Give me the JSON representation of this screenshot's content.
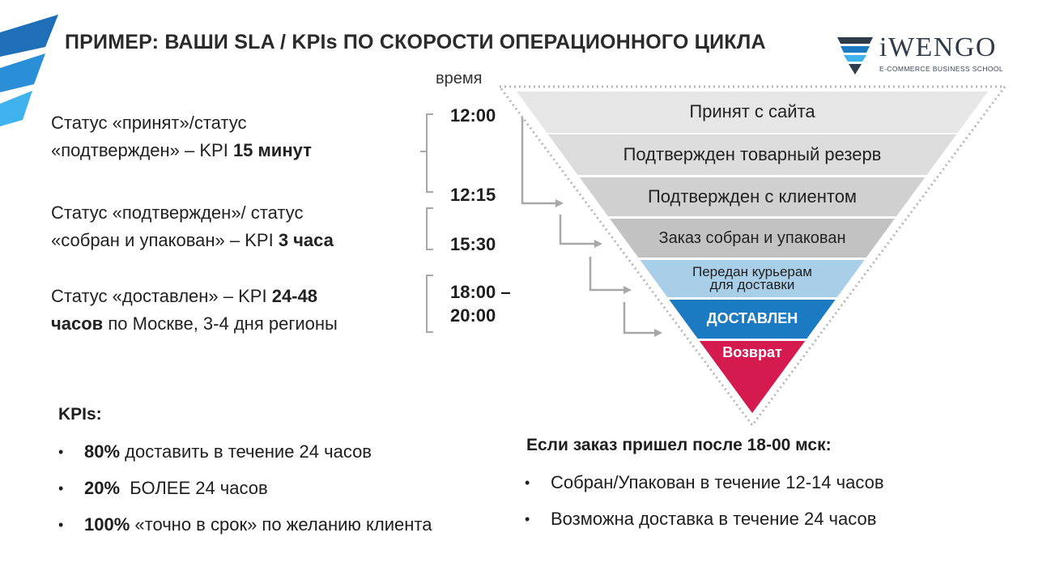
{
  "title": "ПРИМЕР: ВАШИ SLA / KPIs ПО СКОРОСТИ ОПЕРАЦИОННОГО ЦИКЛА",
  "logo": {
    "name": "iWENGO",
    "tagline": "E-COMMERCE BUSINESS SCHOOL"
  },
  "timeline": {
    "header": "время",
    "times": [
      "12:00",
      "12:15",
      "15:30",
      "18:00 –",
      "20:00"
    ]
  },
  "statuses": [
    {
      "line1": "Статус «принят»/статус",
      "line2_prefix": "«подтвержден» – KPI ",
      "line2_bold": "15 минут"
    },
    {
      "line1": "Статус «подтвержден»/ статус",
      "line2_prefix": "«собран и упакован» – KPI ",
      "line2_bold": "3 часа"
    },
    {
      "line1_prefix": "Статус «доставлен» – KPI ",
      "line1_bold": "24-48",
      "line2_bold": "часов",
      "line2_suffix": " по Москве, 3-4 дня регионы"
    }
  ],
  "funnel": {
    "layers": [
      {
        "label": "Принят с сайта",
        "color": "#e6e6e6"
      },
      {
        "label": "Подтвержден товарный резерв",
        "color": "#dcdcdc"
      },
      {
        "label": "Подтвержден с клиентом",
        "color": "#d0d0d0"
      },
      {
        "label": "Заказ собран и упакован",
        "color": "#c2c2c2"
      },
      {
        "label": "Передан курьерам\nдля доставки",
        "color": "#a9cfe8"
      },
      {
        "label": "ДОСТАВЛЕН",
        "color": "#1b7ac2"
      },
      {
        "label": "Возврат",
        "color": "#d51a4f"
      }
    ]
  },
  "kpis": {
    "title": "KPIs:",
    "items": [
      {
        "bold": "80%",
        "text": " доставить в течение 24 часов"
      },
      {
        "bold": "20%",
        "text": "  БОЛЕЕ 24 часов"
      },
      {
        "bold": "100%",
        "text": " «точно в срок» по желанию клиента"
      }
    ]
  },
  "late_orders": {
    "title": "Если заказ пришел после 18-00 мск:",
    "items": [
      "Собран/Упакован в течение 12-14 часов",
      "Возможна доставка в течение 24 часов"
    ]
  },
  "bullet_char": "•"
}
